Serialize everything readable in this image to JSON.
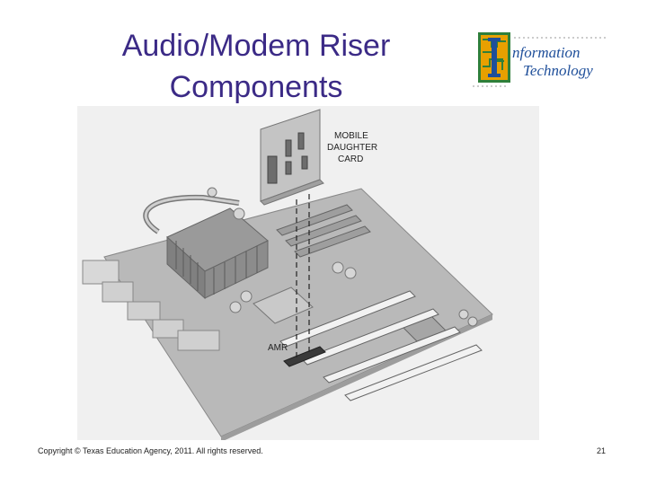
{
  "slide": {
    "title_line1": "Audio/Modem Riser",
    "title_line2": "Components",
    "copyright": "Copyright © Texas Education Agency, 2011. All rights reserved.",
    "page_number": "21"
  },
  "logo": {
    "letter": "I",
    "word1": "nformation",
    "word2": "Technology",
    "accent": "#e8a000"
  },
  "figure": {
    "card_label_1": "MOBILE",
    "card_label_2": "DAUGHTER",
    "card_label_3": "CARD",
    "slot_label": "AMR"
  },
  "colors": {
    "title": "#3b2a86",
    "board": "#bdbdbd"
  }
}
